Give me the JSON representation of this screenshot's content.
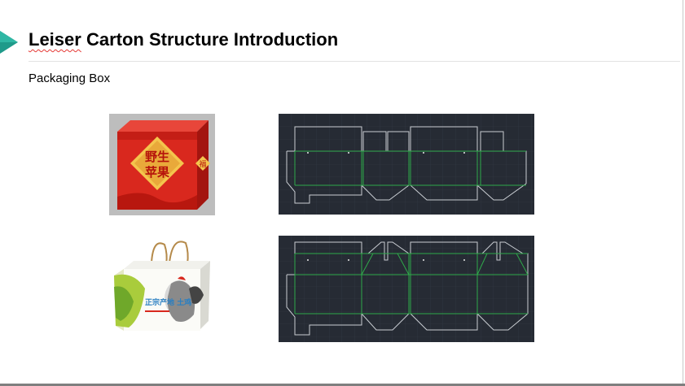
{
  "slide": {
    "title_first_word": "Leiser",
    "title_rest": " Carton Structure Introduction",
    "subtitle": "Packaging Box"
  },
  "images": {
    "fruit_box": {
      "text_line_1": "野生",
      "text_line_2": "苹果",
      "badge": "福"
    },
    "chicken_box": {
      "slogan": "正宗产地 土鸡"
    }
  },
  "colors": {
    "accent_teal": "#1f9a8a",
    "cad_background": "#262b34",
    "cut_line": "#c9cdd2",
    "fold_line": "#2fa84a",
    "fruit_box_red": "#d9281e"
  }
}
